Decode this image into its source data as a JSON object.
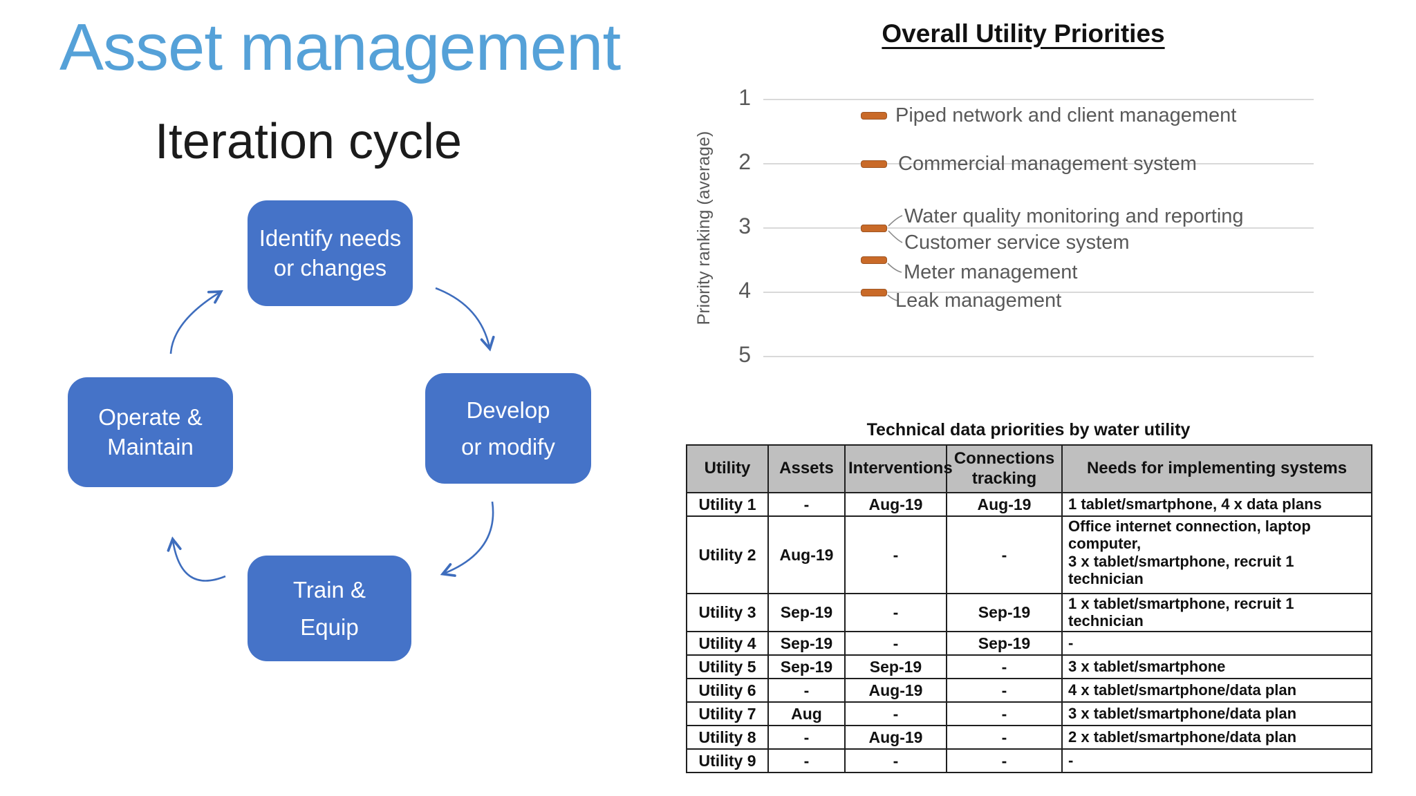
{
  "slide": {
    "title": "Asset management",
    "subtitle": "Iteration cycle"
  },
  "cycle": {
    "boxes": [
      {
        "name": "identify",
        "line1": "Identify needs",
        "line2": "or changes"
      },
      {
        "name": "develop",
        "line1": "Develop",
        "line2": "or modify"
      },
      {
        "name": "train",
        "line1": "Train &",
        "line2": "Equip"
      },
      {
        "name": "operate",
        "line1": "Operate &",
        "line2": "Maintain"
      }
    ]
  },
  "chart_data": {
    "type": "scatter",
    "title": "Overall Utility Priorities",
    "ylabel": "Priority ranking (average)",
    "y_ticks": [
      1,
      2,
      3,
      4,
      5
    ],
    "y_axis_reversed": true,
    "ylim": [
      1,
      5
    ],
    "grid": "horizontal gridlines on",
    "legend_position": "labels beside points",
    "points": [
      {
        "label": "Piped network and client management",
        "value": 1.25
      },
      {
        "label": "Commercial management system",
        "value": 2.0
      },
      {
        "label": "Water quality monitoring and reporting",
        "value": 3.0
      },
      {
        "label": "Customer service system",
        "value": 3.0
      },
      {
        "label": "Meter management",
        "value": 3.5
      },
      {
        "label": "Leak management",
        "value": 4.0
      }
    ]
  },
  "table": {
    "title": "Technical data priorities by water utility",
    "columns": [
      "Utility",
      "Assets",
      "Interventions",
      "Connections tracking",
      "Needs for implementing systems"
    ],
    "rows": [
      [
        "Utility 1",
        "-",
        "Aug-19",
        "Aug-19",
        "1 tablet/smartphone, 4 x data plans"
      ],
      [
        "Utility 2",
        "Aug-19",
        "-",
        "-",
        "Office internet connection, laptop computer,\n3 x tablet/smartphone, recruit 1 technician"
      ],
      [
        "Utility 3",
        "Sep-19",
        "-",
        "Sep-19",
        "1 x tablet/smartphone, recruit 1 technician"
      ],
      [
        "Utility 4",
        "Sep-19",
        "-",
        "Sep-19",
        "-"
      ],
      [
        "Utility 5",
        "Sep-19",
        "Sep-19",
        "-",
        "3 x tablet/smartphone"
      ],
      [
        "Utility 6",
        "-",
        "Aug-19",
        "-",
        "4 x tablet/smartphone/data plan"
      ],
      [
        "Utility 7",
        "Aug",
        "-",
        "-",
        "3 x tablet/smartphone/data plan"
      ],
      [
        "Utility 8",
        "-",
        "Aug-19",
        "-",
        "2 x tablet/smartphone/data plan"
      ],
      [
        "Utility 9",
        "-",
        "-",
        "-",
        "-"
      ]
    ]
  },
  "colors": {
    "title_blue": "#55a1d8",
    "box_blue": "#4573c8",
    "arrow_blue": "#3e6dbd",
    "marker_orange": "#c96a28",
    "grid_gray": "#d9d9d9",
    "text_gray": "#595959",
    "table_header_bg": "#bfbfbf"
  }
}
